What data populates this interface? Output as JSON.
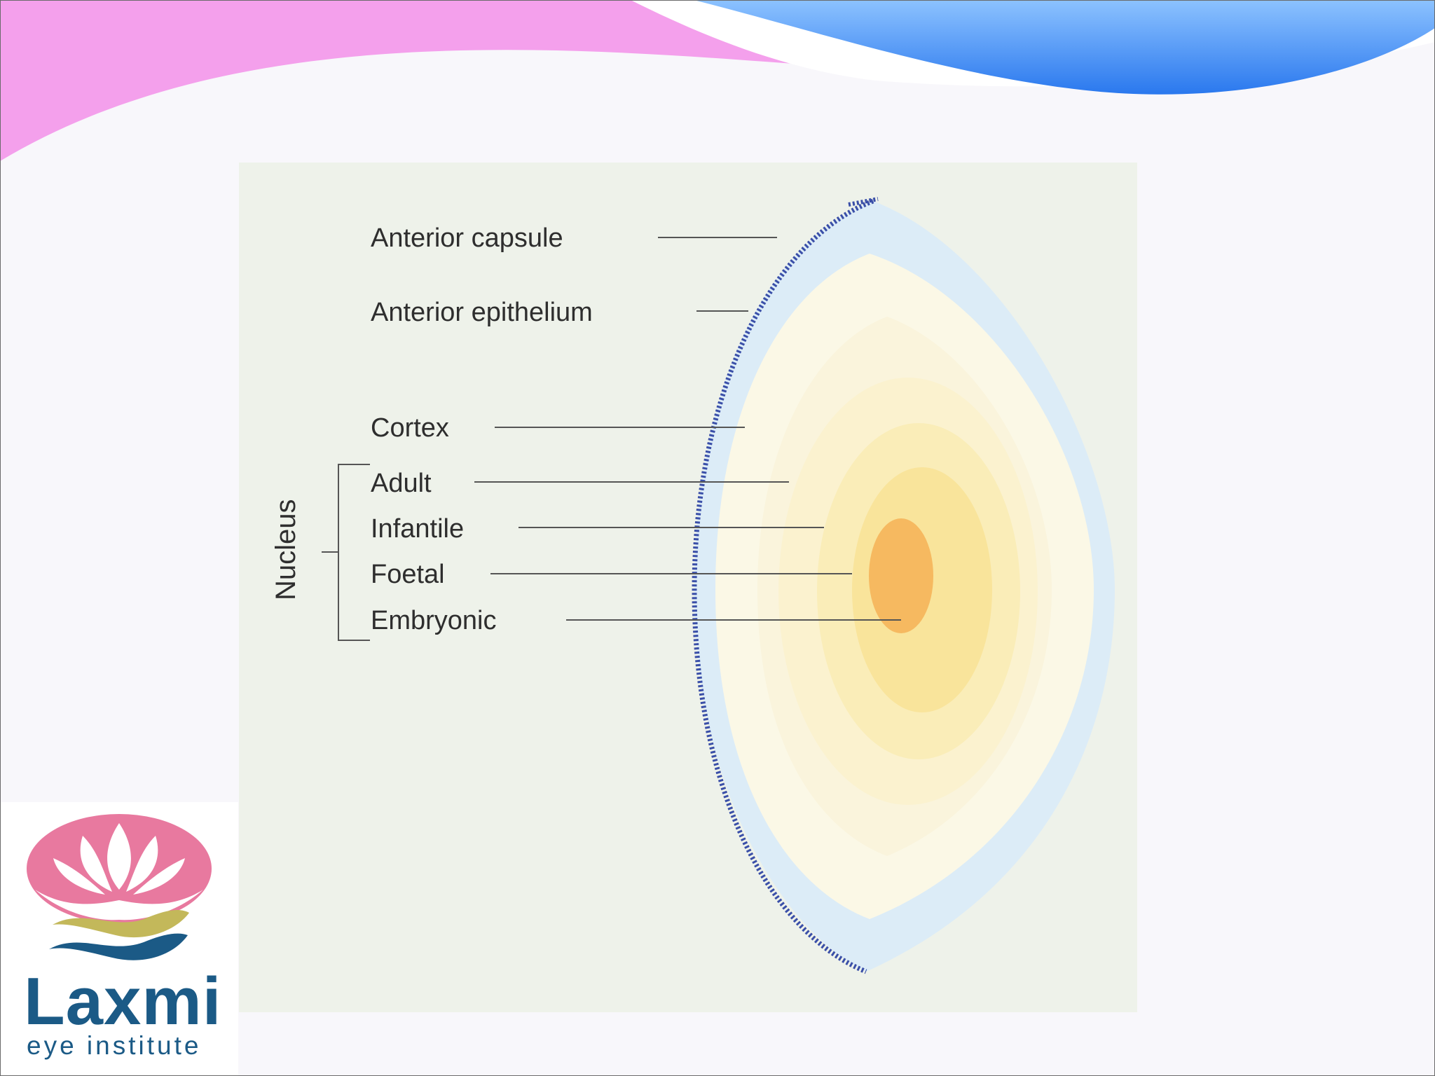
{
  "diagram": {
    "labels": {
      "anterior_capsule": "Anterior capsule",
      "anterior_epithelium": "Anterior epithelium",
      "cortex": "Cortex",
      "adult": "Adult",
      "infantile": "Infantile",
      "foetal": "Foetal",
      "embryonic": "Embryonic"
    },
    "nucleus_group_label": "Nucleus"
  },
  "logo": {
    "name": "Laxmi",
    "tagline": "eye institute"
  },
  "colors": {
    "header_pink": "#f4a0ec",
    "header_blue": "#2f7df0",
    "capsule_blue": "#5a6fc4",
    "logo_blue": "#1b5a86",
    "logo_pink": "#e8799f",
    "logo_gold": "#c3b85a",
    "embryonic_nucleus": "#f5b45a"
  }
}
